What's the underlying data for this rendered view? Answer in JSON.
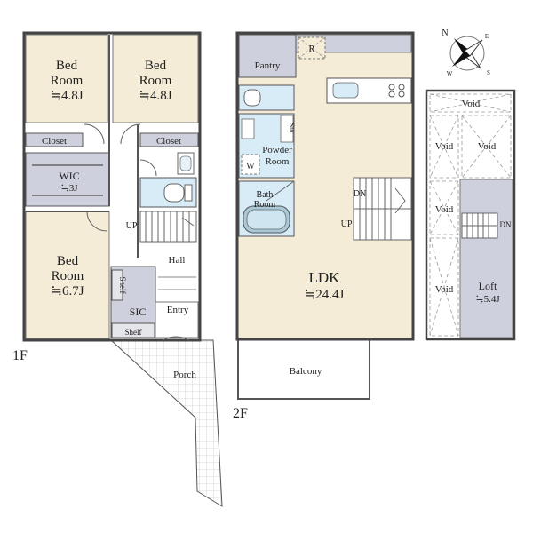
{
  "floors": {
    "f1": "1F",
    "f2": "2F"
  },
  "rooms_1f": {
    "bed1": {
      "l1": "Bed",
      "l2": "Room",
      "size": "≒4.8J"
    },
    "bed2": {
      "l1": "Bed",
      "l2": "Room",
      "size": "≒4.8J"
    },
    "bed3": {
      "l1": "Bed",
      "l2": "Room",
      "size": "≒6.7J"
    },
    "closet1": "Closet",
    "closet2": "Closet",
    "wic": "WIC",
    "wic_size": "≒3J",
    "up": "UP",
    "hall": "Hall",
    "shelf1": "Shelf",
    "sic": "SIC",
    "shelf2": "Shelf",
    "entry": "Entry",
    "porch": "Porch"
  },
  "rooms_2f": {
    "pantry": "Pantry",
    "r": "R",
    "sto": "Sto.",
    "powder1": "Powder",
    "powder2": "Room",
    "w": "W",
    "bath1": "Bath",
    "bath2": "Room",
    "dn": "DN",
    "up": "UP",
    "ldk": "LDK",
    "ldk_size": "≒24.4J",
    "balcony": "Balcony"
  },
  "rooms_loft": {
    "void_top": "Void",
    "void_a": "Void",
    "void_b": "Void",
    "void_c": "Void",
    "void_d": "Void",
    "dn": "DN",
    "loft": "Loft",
    "loft_size": "≒5.4J"
  },
  "compass": {
    "n": "N",
    "e": "E",
    "s": "S",
    "w": "W"
  },
  "colors": {
    "room_fill": "#f5ecd8",
    "gray_fill": "#cfd0dd",
    "water_fill": "#d7ecf6",
    "wall": "#444444"
  }
}
